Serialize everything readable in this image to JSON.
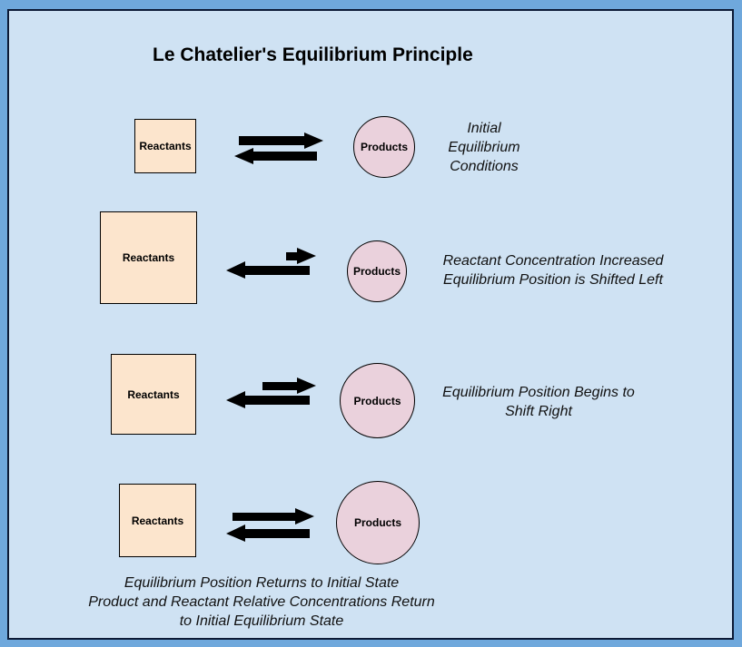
{
  "title": "Le Chatelier's Equilibrium Principle",
  "stages": [
    {
      "reactants_label": "Reactants",
      "products_label": "Products",
      "note_lines": [
        "Initial",
        "Equilibrium",
        "Conditions"
      ]
    },
    {
      "reactants_label": "Reactants",
      "products_label": "Products",
      "note_lines": [
        "Reactant Concentration Increased",
        "Equilibrium Position is Shifted Left"
      ]
    },
    {
      "reactants_label": "Reactants",
      "products_label": "Products",
      "note_lines": [
        "Equilibrium Position Begins to",
        "Shift Right"
      ]
    },
    {
      "reactants_label": "Reactants",
      "products_label": "Products",
      "note_lines": [
        "Equilibrium Position Returns to Initial State",
        "Product and Reactant Relative Concentrations Return",
        "to Initial Equilibrium State"
      ]
    }
  ],
  "colors": {
    "page_background": "#6fa8dc",
    "panel_background": "#cfe2f3",
    "reactants_fill": "#fce5cd",
    "products_fill": "#ead1dc",
    "arrow": "#000000"
  }
}
